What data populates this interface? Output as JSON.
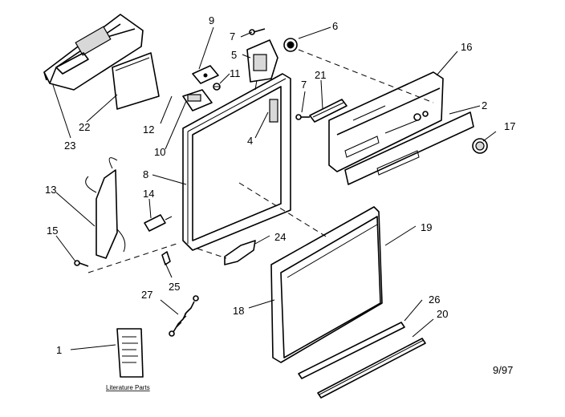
{
  "callouts": [
    {
      "id": "c1",
      "text": "1"
    },
    {
      "id": "c2",
      "text": "2"
    },
    {
      "id": "c4",
      "text": "4"
    },
    {
      "id": "c5",
      "text": "5"
    },
    {
      "id": "c6",
      "text": "6"
    },
    {
      "id": "c7a",
      "text": "7"
    },
    {
      "id": "c7b",
      "text": "7"
    },
    {
      "id": "c8",
      "text": "8"
    },
    {
      "id": "c9",
      "text": "9"
    },
    {
      "id": "c10",
      "text": "10"
    },
    {
      "id": "c11",
      "text": "11"
    },
    {
      "id": "c12",
      "text": "12"
    },
    {
      "id": "c13",
      "text": "13"
    },
    {
      "id": "c14",
      "text": "14"
    },
    {
      "id": "c15",
      "text": "15"
    },
    {
      "id": "c16",
      "text": "16"
    },
    {
      "id": "c17",
      "text": "17"
    },
    {
      "id": "c18",
      "text": "18"
    },
    {
      "id": "c19",
      "text": "19"
    },
    {
      "id": "c20",
      "text": "20"
    },
    {
      "id": "c21",
      "text": "21"
    },
    {
      "id": "c22",
      "text": "22"
    },
    {
      "id": "c23",
      "text": "23"
    },
    {
      "id": "c24",
      "text": "24"
    },
    {
      "id": "c25",
      "text": "25"
    },
    {
      "id": "c26",
      "text": "26"
    },
    {
      "id": "c27",
      "text": "27"
    }
  ],
  "literature_label": "Literature Parts",
  "date_code": "9/97"
}
